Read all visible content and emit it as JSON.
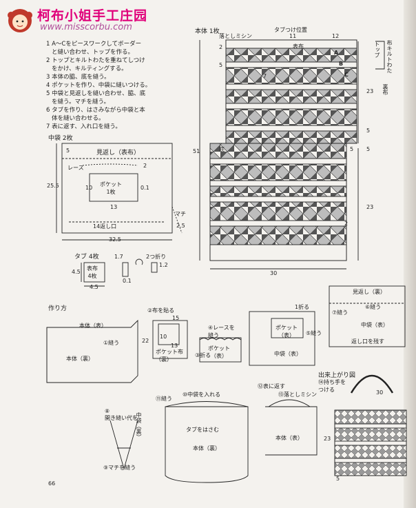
{
  "logo": {
    "title": "柯布小姐手工庄园",
    "url": "www.misscorbu.com"
  },
  "instructions": {
    "heading": "作り方",
    "steps": [
      "1 A～Cをピースワークしてボーダー",
      "と縫い合わせ、トップを作る。",
      "2 トップとキルトわたを重ねてしつけ",
      "をかけ、キルティングする。",
      "3 本体の脇、底を縫う。",
      "4 ポケットを作り、中袋に縫いつける。",
      "5 中袋と見返しを縫い合わせ、脇、底",
      "を縫う。マチを縫う。",
      "6 タブを作り、はさみながら中袋と本",
      "体を縫い合わせる。",
      "7 表に返す、入れ口を縫う。"
    ]
  },
  "nakabukuro": {
    "title": "中袋 2枚",
    "mikaeshi": "見返し（表布）",
    "lace": "レース",
    "pocket": "ポケット\n1枚",
    "bottom": "14返し口",
    "machi": "マチ",
    "dims": {
      "top": "5",
      "h": "25.5",
      "w": "32.5",
      "p1": "10",
      "p2": "0.1",
      "p3": "13",
      "p4": "2",
      "p5": "2.5"
    }
  },
  "tab": {
    "title": "タブ 4枚",
    "box": "表布\n4枚",
    "fold": "2つ折り",
    "dims": {
      "h": "4.5",
      "w": "4.5",
      "a": "1.7",
      "b": "0.1",
      "c": "1.2"
    }
  },
  "hontai": {
    "title": "本体 1枚",
    "labels": {
      "ochishishin": "落としミシン",
      "tabu": "タブつけ位置",
      "omote": "表布",
      "soko": "底",
      "kiruto": "布キルトわた",
      "toppu": "トップ",
      "uraura": "裏布"
    },
    "dims": {
      "t1": "11",
      "t2": "12",
      "l1": "2",
      "l2": "5",
      "h": "51",
      "r1": "23",
      "r2": "5",
      "r3": "5",
      "r4": "23",
      "w": "30",
      "m7": "7",
      "m2": "2",
      "m5": "5"
    },
    "abc": [
      "A",
      "B",
      "C"
    ]
  },
  "tsukurikata": {
    "heading": "作り方",
    "s1": {
      "label": "本体（表）",
      "sub": "本体（裏）",
      "step": "①縫う"
    },
    "s2": {
      "step": "②布を貼る",
      "d1": "15",
      "d2": "22",
      "d3": "10",
      "d4": "13",
      "pocket": "ポケット布\n（裏）",
      "fold": "③折る"
    },
    "s4": {
      "step": "④レースを\n縫う",
      "pocket": "ポケット\n（表）"
    },
    "s5": {
      "fold": "1折る",
      "pocket": "ポケット\n（表）",
      "nakabukuro": "中袋（表）",
      "step": "⑤縫う"
    },
    "s6": {
      "mikaeshi": "見返し（裏）",
      "step": "⑦縫う",
      "s8": "⑥縫う",
      "naka": "中袋（表）",
      "gaeshi": "返し口を残す"
    },
    "s10": {
      "step": "⑩中袋を入れる",
      "s11": "⑪縫う",
      "tab": "タブをはさむ",
      "hontai": "本体（裏）"
    },
    "s12": {
      "step": "⑫表に返す",
      "s13": "⑬落としミシン",
      "hontai": "本体（表）"
    },
    "finish": {
      "title": "出来上がり図",
      "step": "⑭持ち手を\nつける",
      "d1": "30",
      "d2": "23",
      "d3": "5"
    },
    "s8": {
      "label": "⑧\n開き縫い代を",
      "naka": "中袋（裏）",
      "s9": "⑨マチを縫う"
    }
  },
  "page_number": "66"
}
